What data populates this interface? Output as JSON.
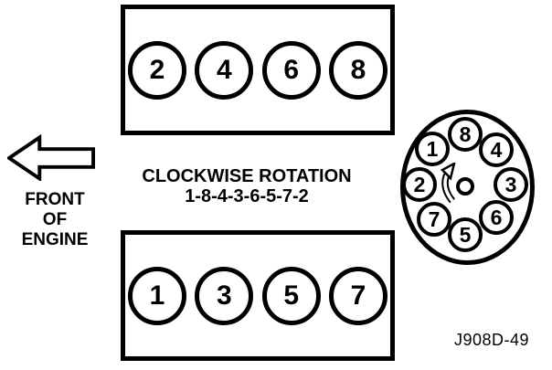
{
  "front_label": "FRONT\nOF\nENGINE",
  "rotation_title": "CLOCKWISE ROTATION",
  "firing_order": "1-8-4-3-6-5-7-2",
  "figure_code": "J908D-49",
  "banks": {
    "top": {
      "cylinders": [
        "2",
        "4",
        "6",
        "8"
      ]
    },
    "bottom": {
      "cylinders": [
        "1",
        "3",
        "5",
        "7"
      ]
    }
  },
  "distributor": {
    "rotation": "clockwise",
    "positions": [
      {
        "label": "8",
        "position": "top"
      },
      {
        "label": "4",
        "position": "upper-right"
      },
      {
        "label": "3",
        "position": "right"
      },
      {
        "label": "6",
        "position": "lower-right"
      },
      {
        "label": "5",
        "position": "bottom"
      },
      {
        "label": "7",
        "position": "lower-left"
      },
      {
        "label": "2",
        "position": "left"
      },
      {
        "label": "1",
        "position": "upper-left"
      }
    ]
  },
  "icons": {
    "front_arrow": "left-arrow",
    "rotation_arrow": "clockwise-curved-arrow"
  },
  "colors": {
    "line": "#000000",
    "background": "#ffffff"
  }
}
